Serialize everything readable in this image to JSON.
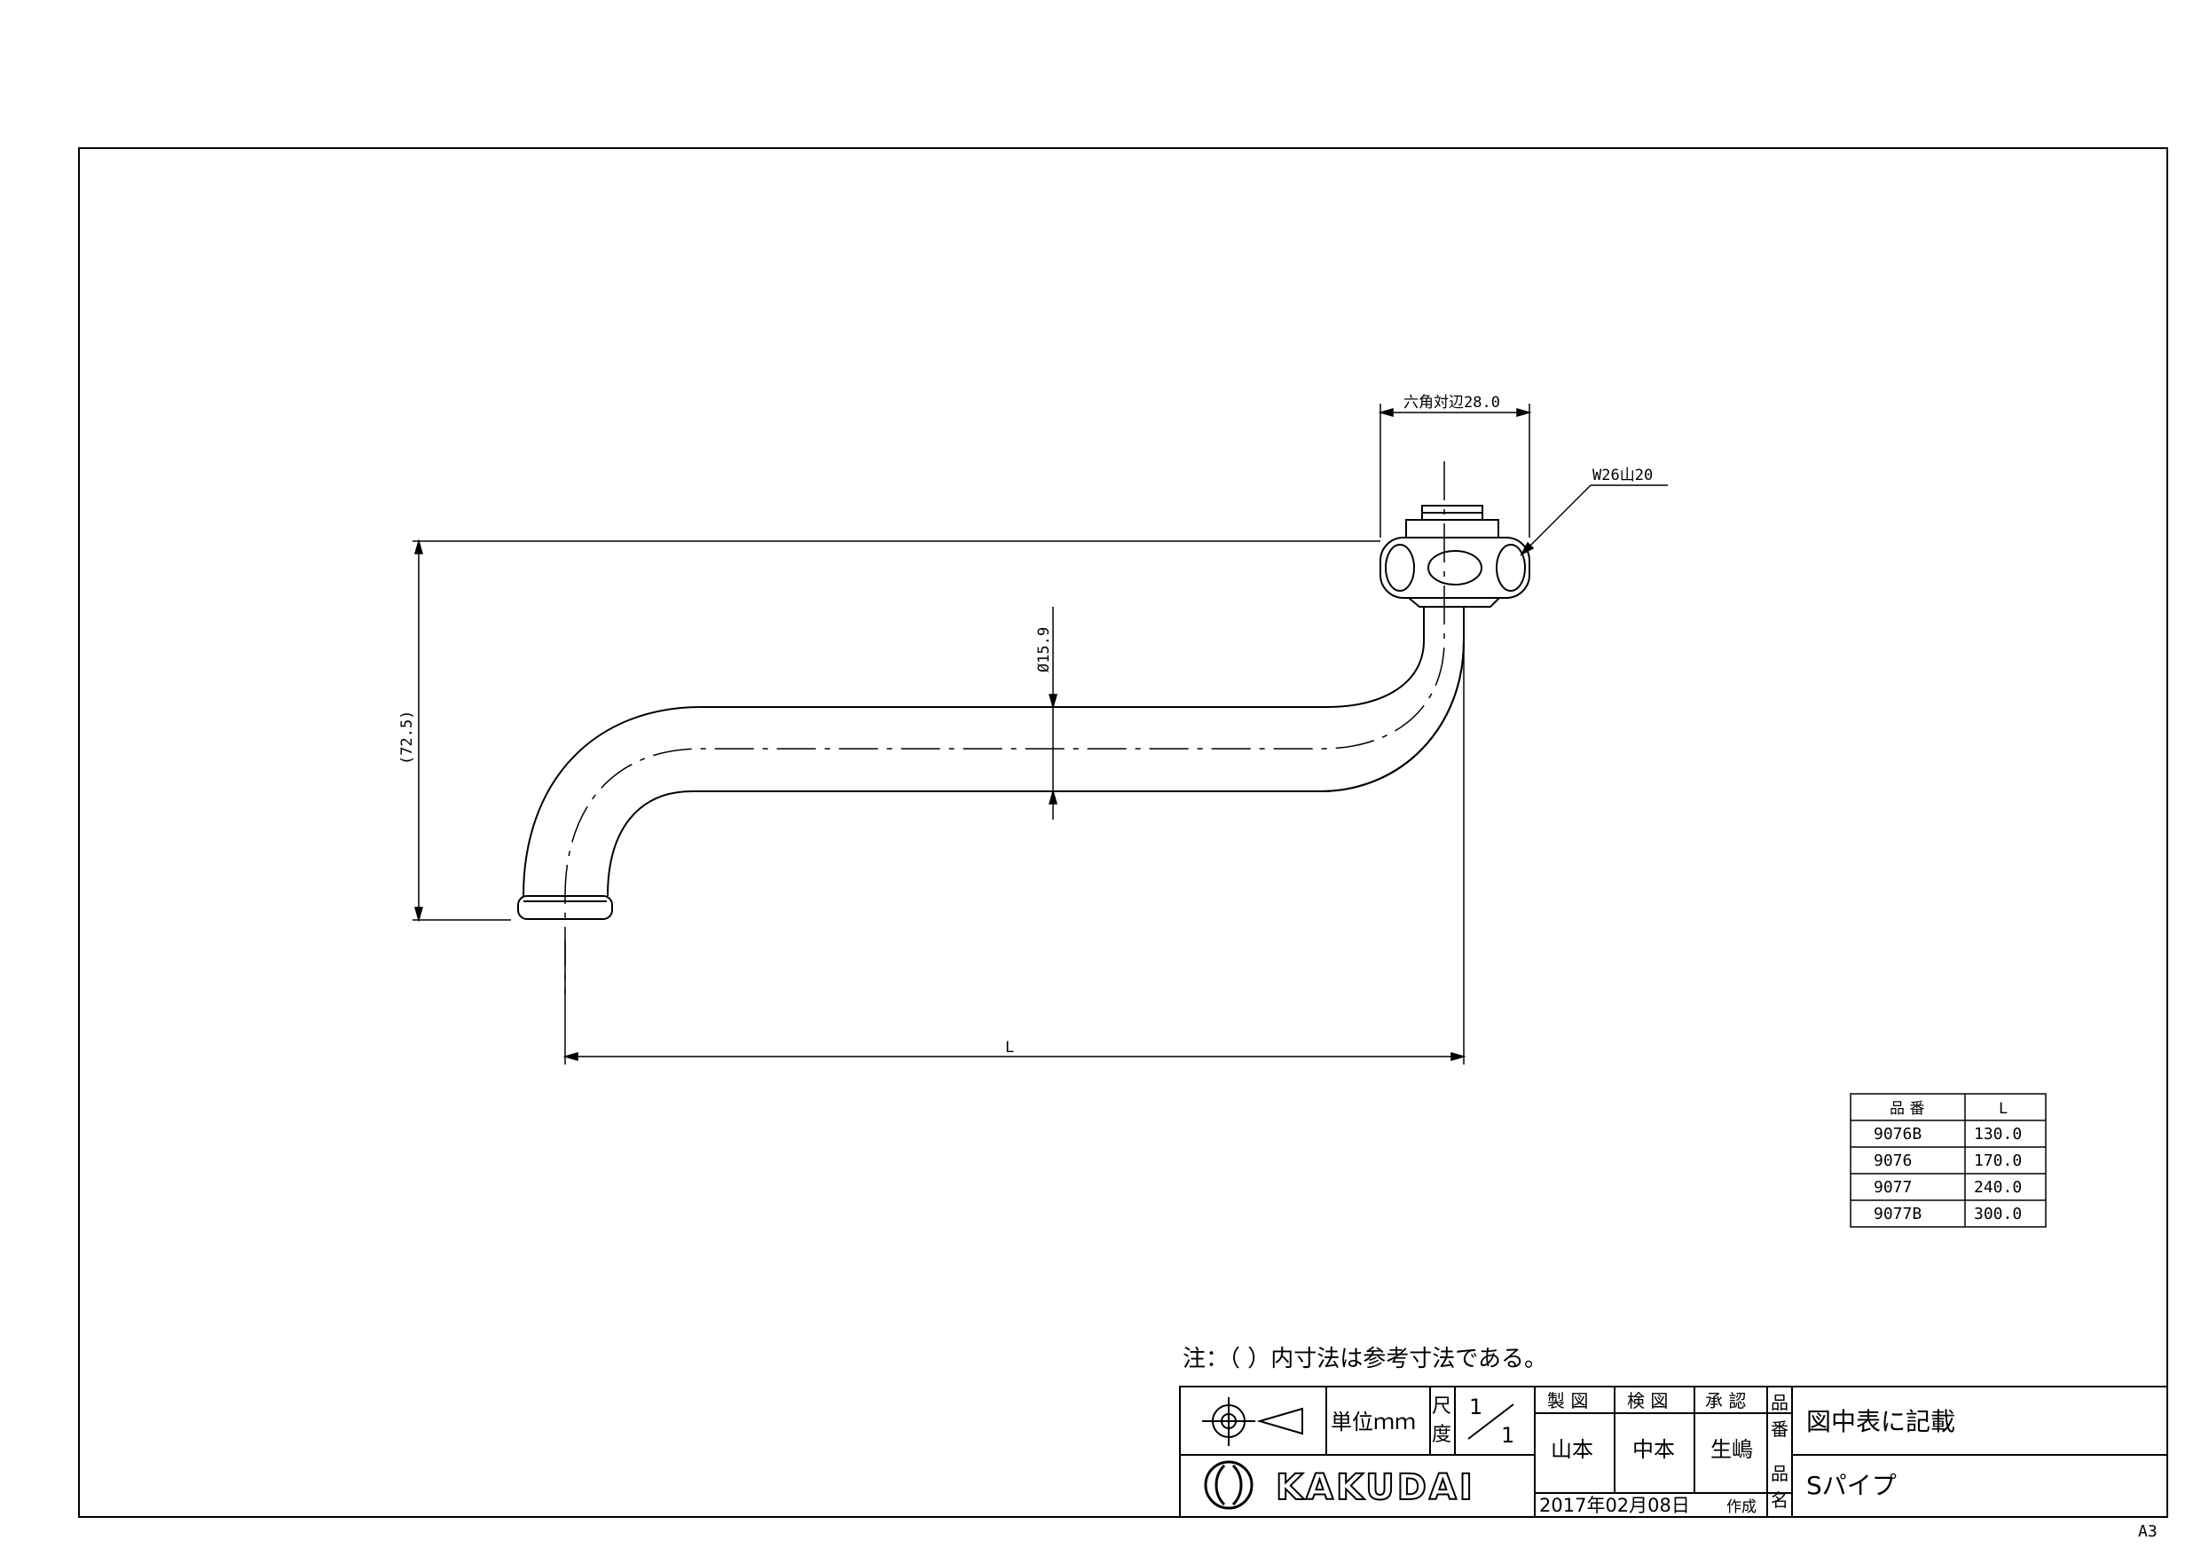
{
  "sheet": {
    "size_label": "A3"
  },
  "dimensions": {
    "hex_across_flats": "六角対辺28.0",
    "thread": "W26山20",
    "pipe_diameter": "Ø15.9",
    "height": "(72.5)",
    "length": "L"
  },
  "parts_table": {
    "headers": [
      "品 番",
      "L"
    ],
    "rows": [
      {
        "part": "9076B",
        "length": "130.0"
      },
      {
        "part": "9076",
        "length": "170.0"
      },
      {
        "part": "9077",
        "length": "240.0"
      },
      {
        "part": "9077B",
        "length": "300.0"
      }
    ]
  },
  "note": "注：（ ）内寸法は参考寸法である。",
  "title_block": {
    "unit_label": "単位ｍｍ",
    "scale_label": "尺度",
    "scale_numerator": "1",
    "scale_denominator": "1",
    "drawn_label": "製 図",
    "checked_label": "検 図",
    "approved_label": "承 認",
    "drawn_by": "山本",
    "checked_by": "中本",
    "approved_by": "生嶋",
    "part_no_label": "品番",
    "part_no_value": "図中表に記載",
    "part_name_label": "品名",
    "part_name_value": "Sパイプ",
    "date": "2017年02月08日",
    "date_suffix": "作成",
    "company": "KAKUDAI"
  }
}
